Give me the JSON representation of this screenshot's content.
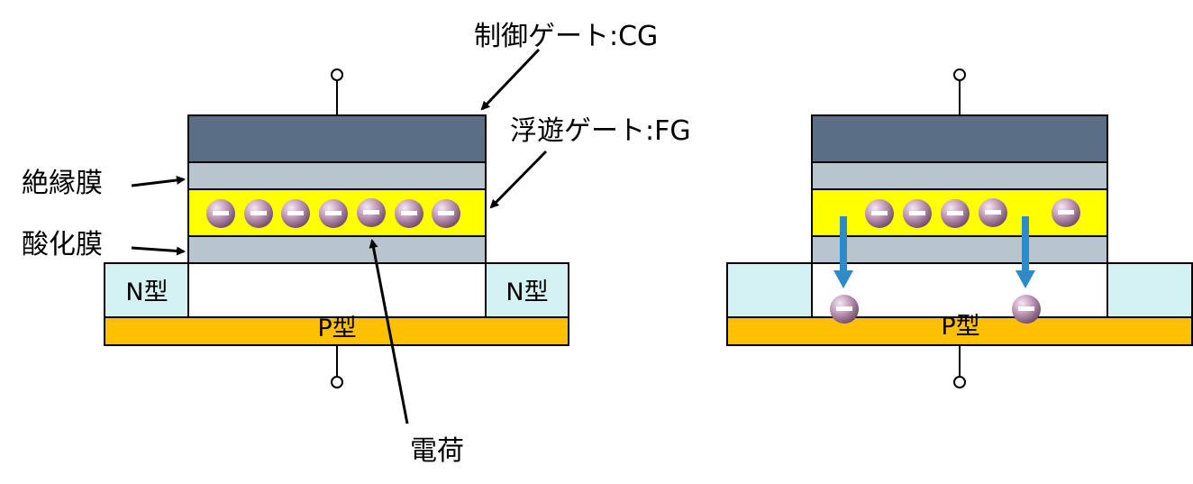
{
  "labels": {
    "control_gate": "制御ゲート:CG",
    "floating_gate": "浮遊ゲート:FG",
    "insulator": "絶縁膜",
    "oxide": "酸化膜",
    "charge": "電荷",
    "n_left": "N型",
    "n_right": "N型",
    "p_left": "P型",
    "p_right": "P型"
  },
  "electron_sign": "−",
  "colors": {
    "control_gate": "#5a6e85",
    "insulator": "#b8c5cf",
    "floating_gate": "#ffff00",
    "substrate": "#fec000",
    "n_region": "#d4f1f3",
    "electron": "#b088a8",
    "arrow": "#2e8bc8"
  },
  "left_cell": {
    "electrons_in_floating_gate": 7
  },
  "right_cell": {
    "electrons_in_floating_gate": 5,
    "electrons_in_substrate": 2
  }
}
